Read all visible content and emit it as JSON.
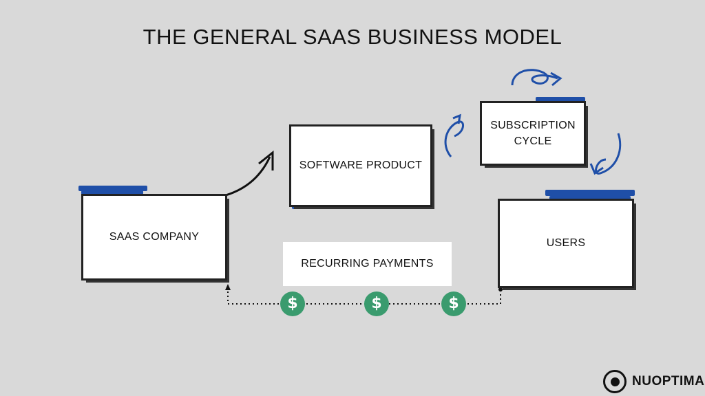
{
  "title": "THE GENERAL SAAS BUSINESS MODEL",
  "nodes": {
    "saas_company": "SAAS COMPANY",
    "software_product": "SOFTWARE PRODUCT",
    "subscription_cycle_line1": "SUBSCRIPTION",
    "subscription_cycle_line2": "CYCLE",
    "users": "USERS",
    "recurring_payments": "RECURRING PAYMENTS"
  },
  "coin_symbol": "$",
  "brand": {
    "name": "NUOPTIMA",
    "icon": "nuoptima-logo-icon"
  },
  "colors": {
    "accent_blue": "#1f4fa8",
    "coin_green": "#3a9b6e",
    "background": "#d9d9d9"
  }
}
